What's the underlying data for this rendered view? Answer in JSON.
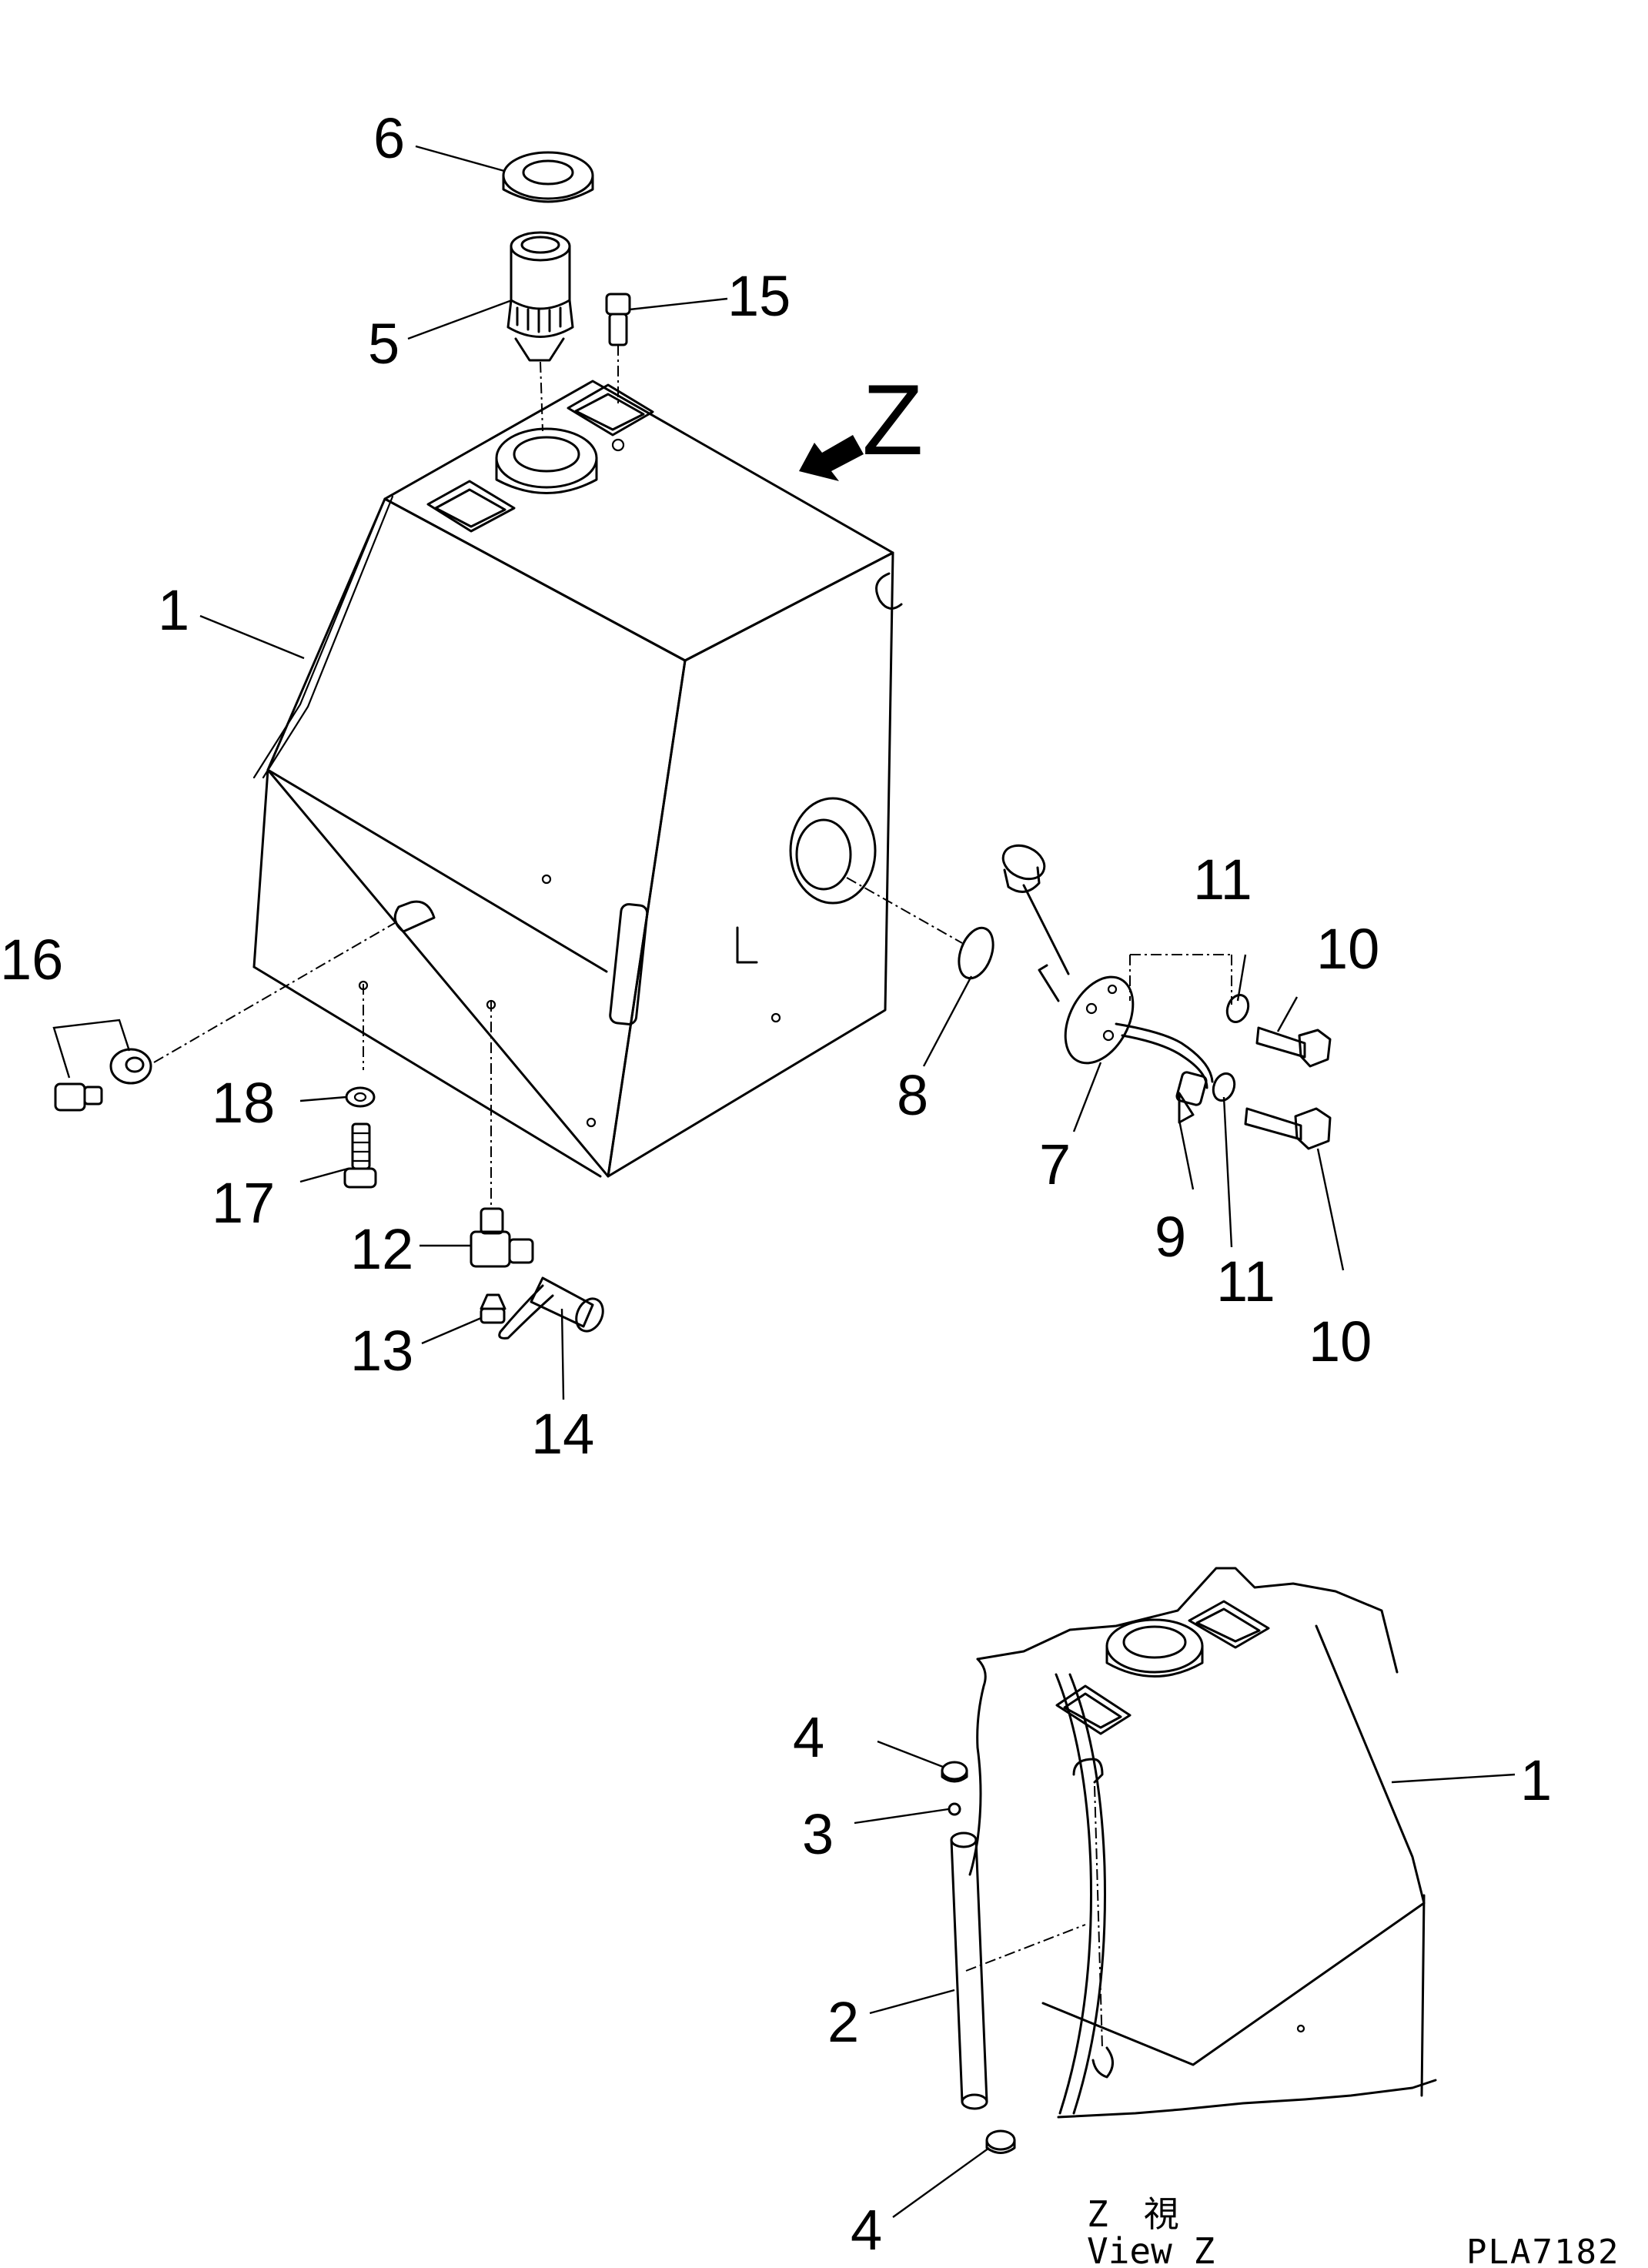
{
  "view_marker": "Z",
  "view_caption_jp": "Z　視",
  "view_caption_en": "View Z",
  "drawing_code": "PLA7182",
  "callouts": {
    "c1a": "1",
    "c1b": "1",
    "c2": "2",
    "c3": "3",
    "c4a": "4",
    "c4b": "4",
    "c5": "5",
    "c6": "6",
    "c7": "7",
    "c8": "8",
    "c9": "9",
    "c10a": "10",
    "c10b": "10",
    "c11a": "11",
    "c11b": "11",
    "c12": "12",
    "c13": "13",
    "c14": "14",
    "c15": "15",
    "c16": "16",
    "c17": "17",
    "c18": "18"
  }
}
